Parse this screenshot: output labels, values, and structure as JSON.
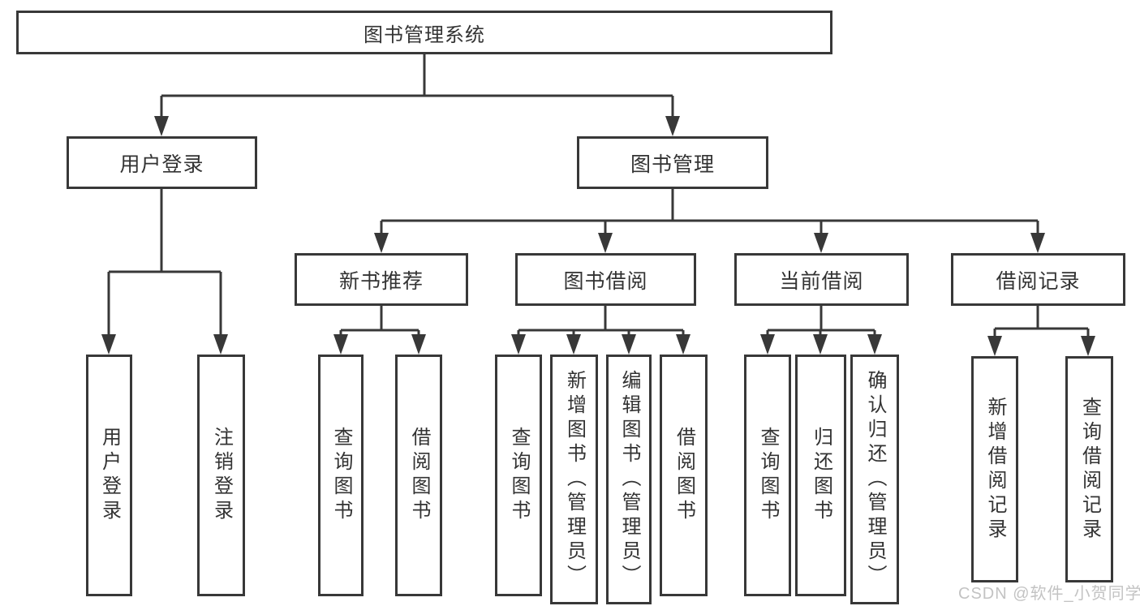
{
  "diagram": {
    "title_node": "图书管理系统",
    "level2": {
      "user_login": "用户登录",
      "book_mgmt": "图书管理"
    },
    "level3": {
      "new_books": "新书推荐",
      "book_borrow": "图书借阅",
      "current_borrow": "当前借阅",
      "borrow_records": "借阅记录"
    },
    "leaves": {
      "user_login_children": [
        "用户登录",
        "注销登录"
      ],
      "new_books_children": [
        "查询图书",
        "借阅图书"
      ],
      "book_borrow_children": [
        "查询图书",
        "新增图书（管理员）",
        "编辑图书（管理员）",
        "借阅图书"
      ],
      "current_borrow_children": [
        "查询图书",
        "归还图书",
        "确认归还（管理员）"
      ],
      "borrow_records_children": [
        "新增借阅记录",
        "查询借阅记录"
      ]
    }
  },
  "watermark": "CSDN @软件_小贺同学",
  "colors": {
    "line": "#383838",
    "text": "#333333",
    "watermark": "#c3c3c3"
  }
}
